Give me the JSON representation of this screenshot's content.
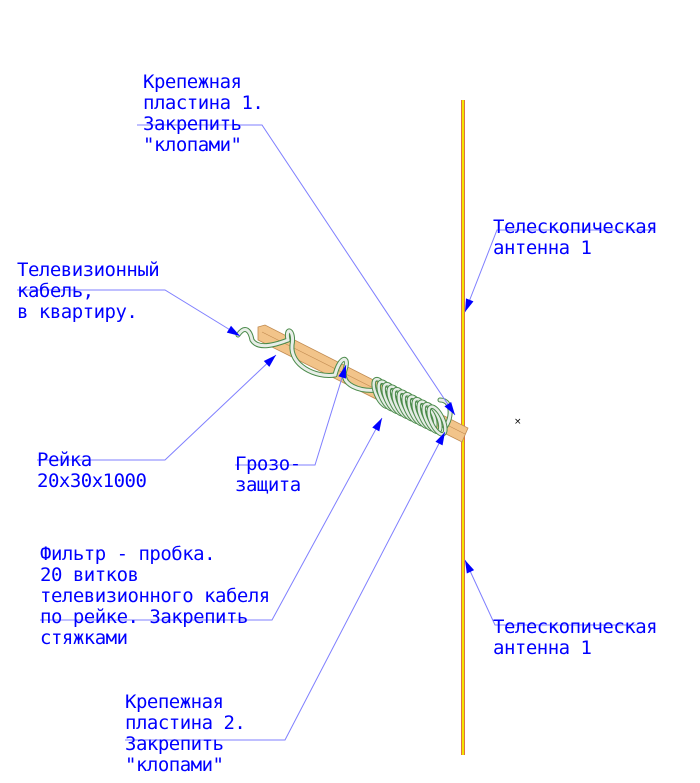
{
  "labels": {
    "plate1": [
      "Крепежная",
      "пластина 1.",
      "Закрепить",
      "\"клопами\""
    ],
    "antenna_top": [
      "Телескопическая",
      "антенна 1"
    ],
    "cable": [
      "Телевизионный",
      "кабель,",
      "в квартиру."
    ],
    "rail": [
      "Рейка",
      "20x30x1000"
    ],
    "lightning": [
      "Грозо-",
      "защита"
    ],
    "filter": [
      "Фильтр - пробка.",
      "20 витков",
      "телевизионного кабеля",
      "по рейке. Закрепить",
      "стяжками"
    ],
    "antenna_bottom": [
      "Телескопическая",
      "антенна 1"
    ],
    "plate2": [
      "Крепежная",
      "пластина 2.",
      "Закрепить",
      "\"клопами\""
    ]
  },
  "colors": {
    "text": "#0000ff",
    "leader": "#7f7fff",
    "wood": "#f2c48a",
    "antenna": "#e8d800",
    "coil": "#dde8dd"
  }
}
